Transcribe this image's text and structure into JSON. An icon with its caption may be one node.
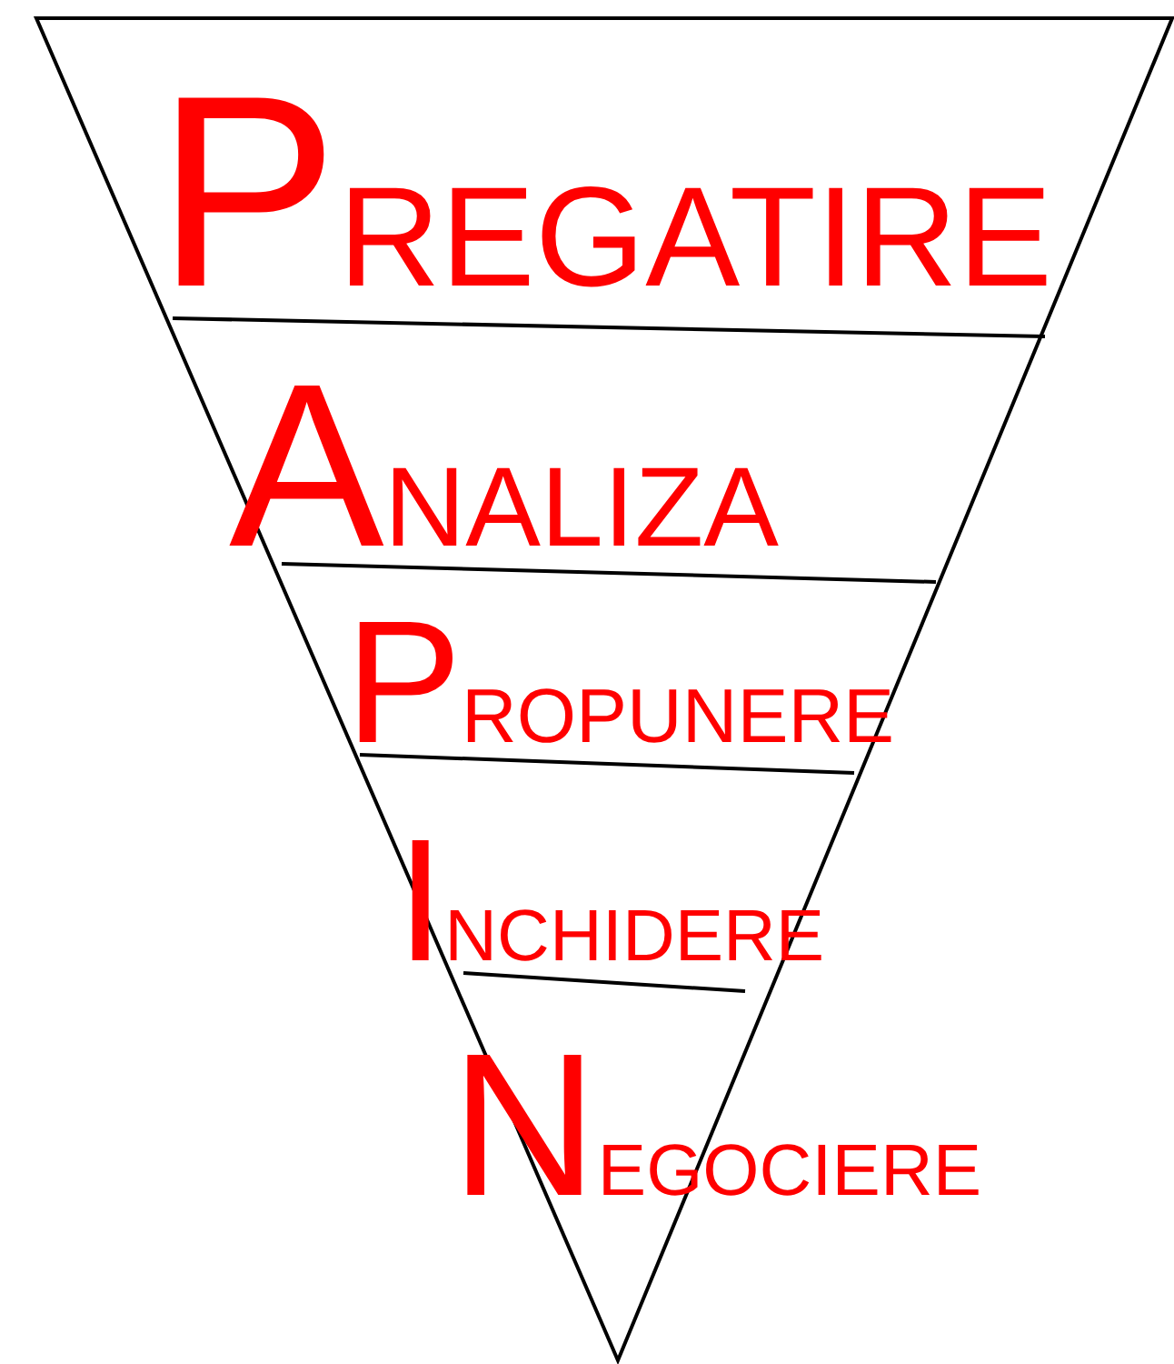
{
  "diagram": {
    "nodes": [
      {
        "text": [
          "PREGATIRE"
        ]
      },
      {
        "text": [
          "ANALIZA"
        ]
      },
      {
        "text": [
          "PROPUNERE"
        ]
      },
      {
        "text": [
          "INCHIDERE"
        ]
      },
      {
        "text": [
          "NEGOCIERE"
        ]
      }
    ]
  }
}
